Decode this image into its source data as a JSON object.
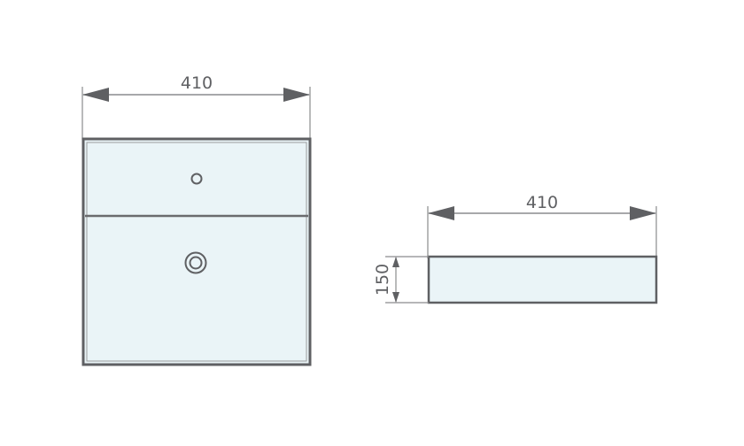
{
  "colors": {
    "background": "#ffffff",
    "outline": "#5f6063",
    "dim_line": "#8a8b8d",
    "fill": "#eaf4f7",
    "text": "#5f6063"
  },
  "front_view": {
    "width_label": "410"
  },
  "side_view": {
    "width_label": "410",
    "height_label": "150"
  }
}
